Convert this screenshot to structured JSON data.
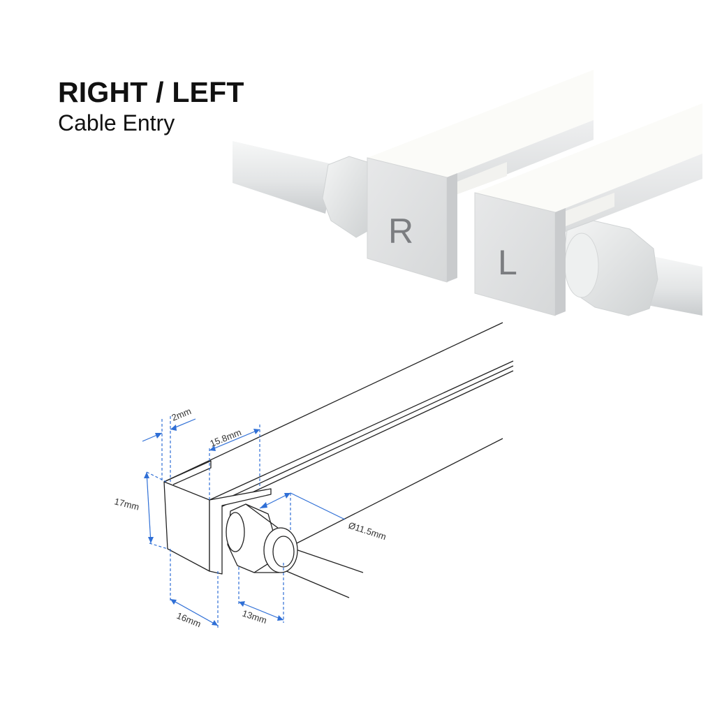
{
  "heading": {
    "title": "RIGHT / LEFT",
    "subtitle": "Cable Entry"
  },
  "render": {
    "right_cap_letter": "R",
    "left_cap_letter": "L"
  },
  "dimensions": {
    "wall": "2mm",
    "inner_width": "15.8mm",
    "height": "17mm",
    "cable_diameter": "Ø11.5mm",
    "width": "16mm",
    "gland_length": "13mm"
  },
  "colors": {
    "dimension_line": "#2f6fd6",
    "outline": "#222222",
    "profile_body": "#e9ebec",
    "diffuser": "#fbfbf8"
  }
}
